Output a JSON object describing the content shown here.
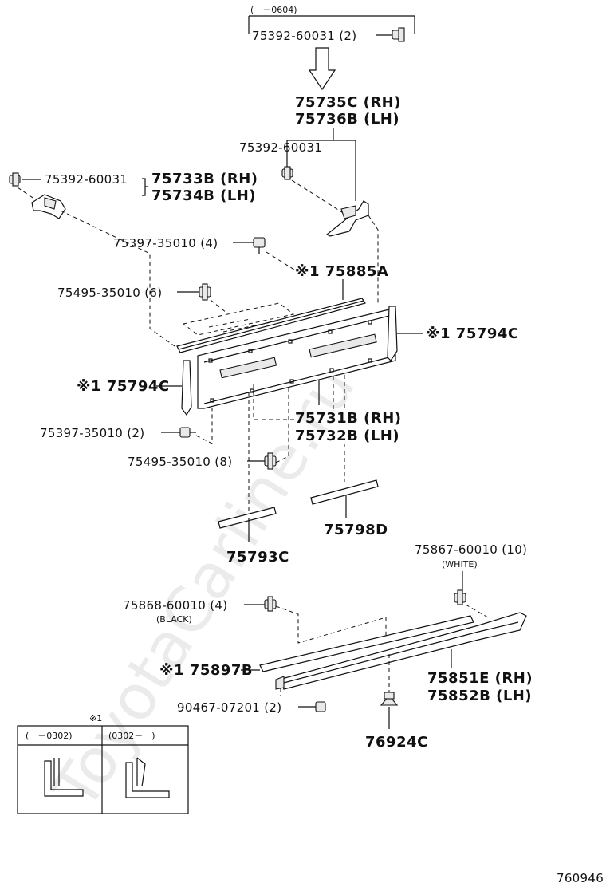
{
  "watermark": "ToyotaCarline.ru",
  "diagram_id": "760946",
  "header": {
    "range": "(　－0604)",
    "clip_part": "75392-60031 (2)"
  },
  "labels": {
    "bracket_top": [
      "75735C (RH)",
      "75736B (LH)"
    ],
    "clip_mid": "75392-60031",
    "clip_left": "75392-60031",
    "bracket_left": [
      "75733B (RH)",
      "75734B (LH)"
    ],
    "screw_a": "75397-35010 (4)",
    "molding_upper": "※1 75885A",
    "clip_b": "75495-35010 (6)",
    "trim_right": "※1 75794C",
    "trim_left": "※1 75794C",
    "screw_b": "75397-35010 (2)",
    "panel": [
      "75731B (RH)",
      "75732B (LH)"
    ],
    "clip_c": "75495-35010 (8)",
    "strip_a": "75798D",
    "strip_b": "75793C",
    "clip_white": "75867-60010 (10)",
    "white_note": "(WHITE)",
    "clip_black": "75868-60010 (4)",
    "black_note": "(BLACK)",
    "rocker_molding": "※1 75897B",
    "rocker_panel": [
      "75851E (RH)",
      "75852B (LH)"
    ],
    "screw_c": "90467-07201 (2)",
    "clip_d": "76924C"
  },
  "inset": {
    "marker": "※1",
    "left_header": "(　－0302)",
    "right_header": "(0302－　)"
  }
}
